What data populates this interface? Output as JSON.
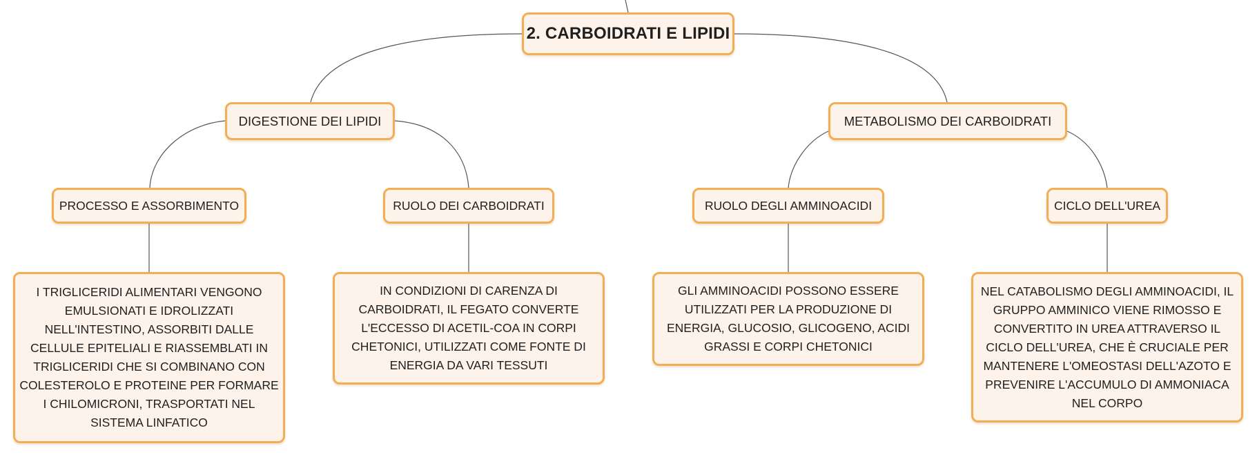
{
  "mindmap": {
    "root": "2. CARBOIDRATI E LIPIDI",
    "branches": [
      {
        "title": "DIGESTIONE DEI LIPIDI",
        "children": [
          {
            "title": "PROCESSO E ASSORBIMENTO",
            "detail": "I TRIGLICERIDI ALIMENTARI VENGONO EMULSIONATI E IDROLIZZATI NELL'INTESTINO, ASSORBITI DALLE CELLULE EPITELIALI E RIASSEMBLATI IN TRIGLICERIDI CHE SI COMBINANO CON COLESTEROLO E PROTEINE PER FORMARE I CHILOMICRONI, TRASPORTATI NEL SISTEMA LINFATICO"
          },
          {
            "title": "RUOLO DEI CARBOIDRATI",
            "detail": "IN CONDIZIONI DI CARENZA DI CARBOIDRATI, IL FEGATO CONVERTE L'ECCESSO DI ACETIL-COA IN CORPI CHETONICI, UTILIZZATI COME FONTE DI ENERGIA DA VARI TESSUTI"
          }
        ]
      },
      {
        "title": "METABOLISMO DEI CARBOIDRATI",
        "children": [
          {
            "title": "RUOLO DEGLI AMMINOACIDI",
            "detail": "GLI AMMINOACIDI POSSONO ESSERE UTILIZZATI PER LA PRODUZIONE DI ENERGIA, GLUCOSIO, GLICOGENO, ACIDI GRASSI E CORPI CHETONICI"
          },
          {
            "title": "CICLO DELL'UREA",
            "detail": "NEL CATABOLISMO DEGLI AMMINOACIDI, IL GRUPPO AMMINICO VIENE RIMOSSO E CONVERTITO IN UREA ATTRAVERSO IL CICLO DELL'UREA, CHE È CRUCIALE PER MANTENERE L'OMEOSTASI DELL'AZOTO E PREVENIRE L'ACCUMULO DI AMMONIACA NEL CORPO"
          }
        ]
      }
    ]
  },
  "colors": {
    "node_fill": "#fdf3ea",
    "node_border": "#f2ad55",
    "edge": "#555555"
  }
}
